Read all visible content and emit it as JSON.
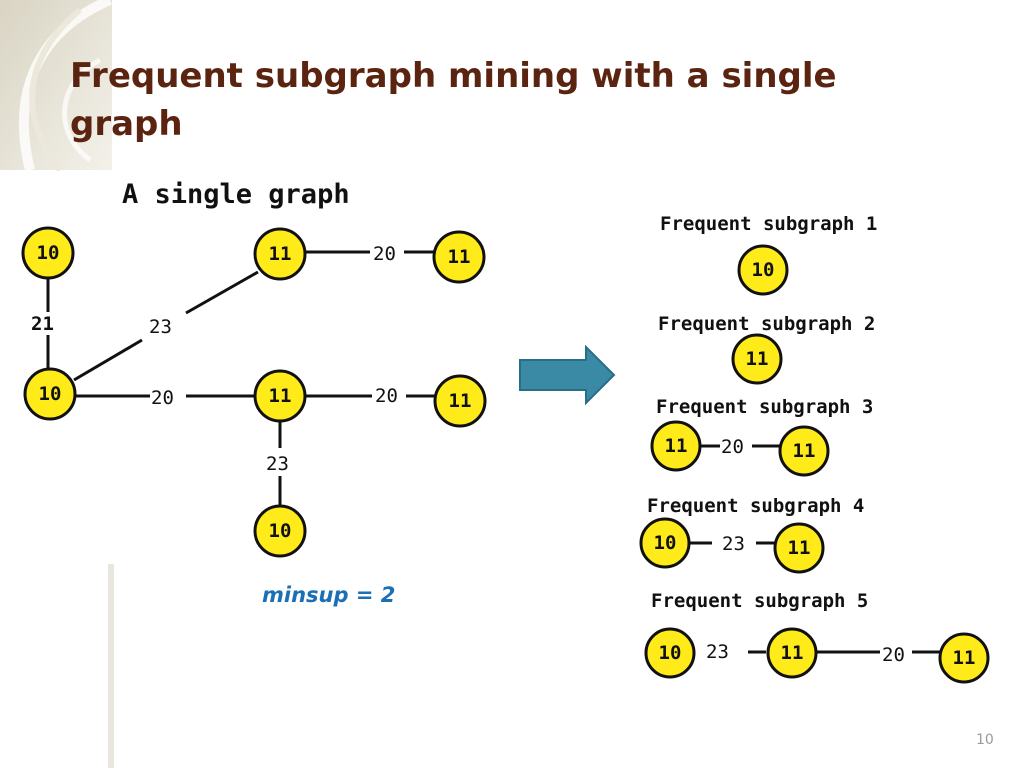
{
  "slide": {
    "title": "Frequent subgraph mining with a single graph",
    "minsup": "minsup = 2",
    "page_number": "10"
  },
  "colors": {
    "title": "#5a2410",
    "node_fill": "#ffea1a",
    "minsup_text": "#1a6fb5",
    "arrow_fill": "#3a8aa6"
  },
  "single_graph": {
    "heading": "A single graph",
    "nodes": [
      {
        "id": "a",
        "label": "10"
      },
      {
        "id": "b",
        "label": "10"
      },
      {
        "id": "c",
        "label": "11"
      },
      {
        "id": "d",
        "label": "11"
      },
      {
        "id": "e",
        "label": "11"
      },
      {
        "id": "f",
        "label": "11"
      },
      {
        "id": "g",
        "label": "10"
      }
    ],
    "edges": [
      {
        "from": "a",
        "to": "b",
        "label": "21"
      },
      {
        "from": "b",
        "to": "c",
        "label": "23"
      },
      {
        "from": "c",
        "to": "d",
        "label": "20"
      },
      {
        "from": "b",
        "to": "e",
        "label": "20"
      },
      {
        "from": "e",
        "to": "f",
        "label": "20"
      },
      {
        "from": "e",
        "to": "g",
        "label": "23"
      }
    ]
  },
  "frequent_subgraphs": [
    {
      "heading": "Frequent subgraph 1",
      "nodes": [
        "10"
      ],
      "edges": []
    },
    {
      "heading": "Frequent subgraph 2",
      "nodes": [
        "11"
      ],
      "edges": []
    },
    {
      "heading": "Frequent subgraph 3",
      "nodes": [
        "11",
        "11"
      ],
      "edges": [
        "20"
      ]
    },
    {
      "heading": "Frequent subgraph 4",
      "nodes": [
        "10",
        "11"
      ],
      "edges": [
        "23"
      ]
    },
    {
      "heading": "Frequent subgraph 5",
      "nodes": [
        "10",
        "11",
        "11"
      ],
      "edges": [
        "23",
        "20"
      ]
    }
  ]
}
